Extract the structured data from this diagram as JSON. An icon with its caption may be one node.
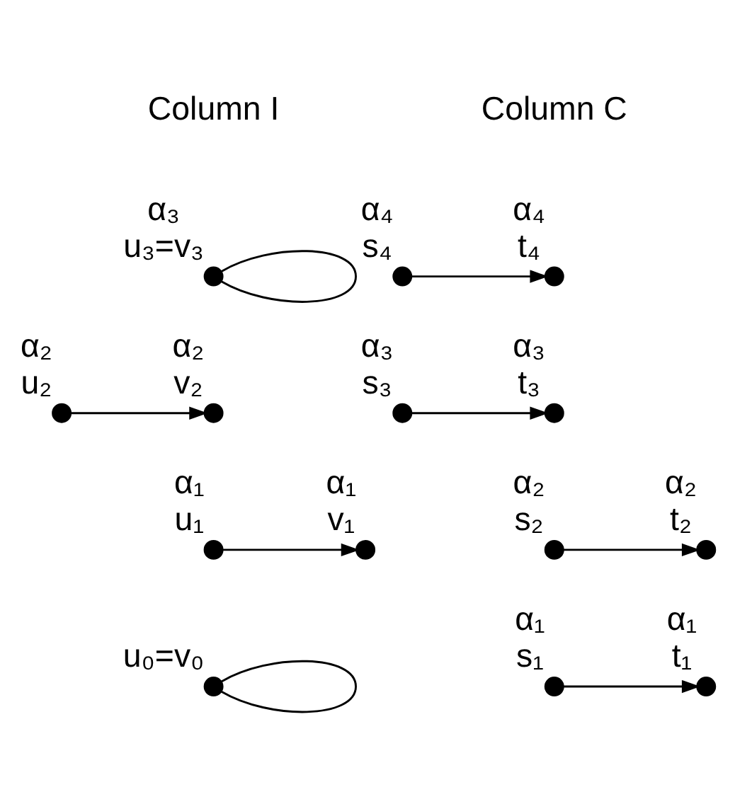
{
  "diagram": {
    "nodes": [
      {
        "text": [
          "u₃=v₃"
        ],
        "beside": [
          "α₃"
        ]
      },
      {
        "text": [
          "v₂"
        ],
        "beside": [
          "α₂"
        ]
      },
      {
        "text": [
          "u₂"
        ],
        "beside": [
          "α₂"
        ]
      },
      {
        "text": [
          "u₁"
        ],
        "beside": [
          "α₁"
        ]
      },
      {
        "text": [
          "v₁"
        ],
        "beside": [
          "α₁"
        ]
      },
      {
        "text": [
          "u₀=v₀"
        ]
      },
      {
        "text": [
          "t₄"
        ],
        "beside": [
          "α₄"
        ]
      },
      {
        "text": [
          "s₄"
        ],
        "beside": [
          "α₄"
        ]
      },
      {
        "text": [
          "t₃"
        ],
        "beside": [
          "α₃"
        ]
      },
      {
        "text": [
          "s₃"
        ],
        "beside": [
          "α₃"
        ]
      },
      {
        "text": [
          "s₂"
        ],
        "beside": [
          "α₂"
        ]
      },
      {
        "text": [
          "t₂"
        ],
        "beside": [
          "α₂"
        ]
      },
      {
        "text": [
          "s₁"
        ],
        "beside": [
          "α₁"
        ]
      },
      {
        "text": [
          "t₁"
        ],
        "beside": [
          "α₁"
        ]
      }
    ],
    "edges": [
      {
        "from": 0,
        "to": 0,
        "arrow": "none"
      },
      {
        "from": 2,
        "to": 1,
        "arrow": "to"
      },
      {
        "from": 3,
        "to": 4,
        "arrow": "to"
      },
      {
        "from": 5,
        "to": 5,
        "arrow": "none"
      },
      {
        "from": 7,
        "to": 6,
        "arrow": "to"
      },
      {
        "from": 9,
        "to": 8,
        "arrow": "to"
      },
      {
        "from": 10,
        "to": 11,
        "arrow": "to"
      },
      {
        "from": 12,
        "to": 13,
        "arrow": "to"
      }
    ],
    "labels": [
      "Column I",
      "Column C"
    ]
  }
}
